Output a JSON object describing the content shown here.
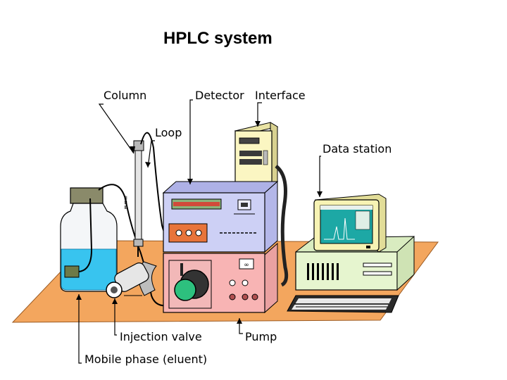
{
  "title": "HPLC system",
  "labels": {
    "column": "Column",
    "detector": "Detector",
    "interface": "Interface",
    "loop": "Loop",
    "data_station": "Data station",
    "injection_valve": "Injection valve",
    "pump": "Pump",
    "mobile_phase": "Mobile phase (eluent)"
  },
  "colors": {
    "table": "#f3a65e",
    "detector_box": "#cdd0f5",
    "pump_box": "#f8b4b4",
    "interface_box": "#fbf6c2",
    "computer_body": "#e6f5cf",
    "monitor_frame": "#f7f3b4",
    "monitor_screen": "#1da8a5",
    "mobile_phase_liquid": "#38c4ef",
    "pump_head": "#2dc07e"
  }
}
